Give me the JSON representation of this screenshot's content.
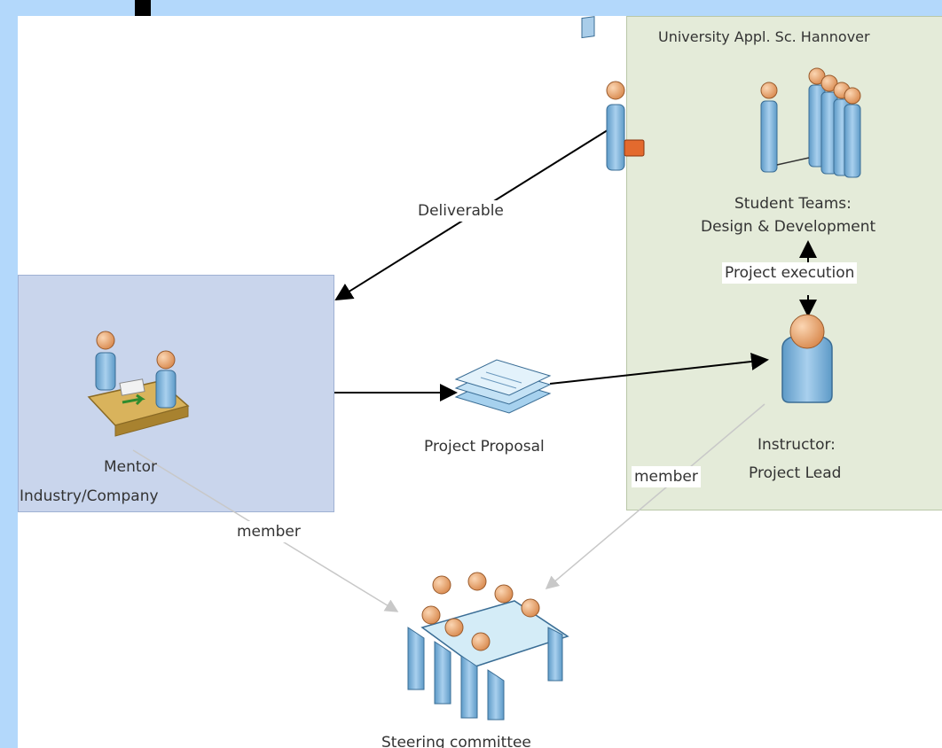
{
  "university_label": "University Appl. Sc. Hannover",
  "student_teams": {
    "line1": "Student Teams:",
    "line2": "Design & Development"
  },
  "project_execution": "Project execution",
  "deliverable": "Deliverable",
  "mentor": {
    "line1": "Mentor",
    "line2": "Industry/Company"
  },
  "project_proposal": "Project Proposal",
  "instructor": {
    "line1": "Instructor:",
    "line2": "Project Lead"
  },
  "member_left": "member",
  "member_right": "member",
  "steering_committee": "Steering committee",
  "colors": {
    "frame": "#b3d8fb",
    "university_box": "#e4ebd9",
    "mentor_box": "#c9d5ec",
    "person_body": "#7fb3d8",
    "person_head": "#f0b27e",
    "arrow": "#000000",
    "member_link": "#c8c8c8"
  },
  "icons": [
    "handover-person-icon",
    "student-team-icon",
    "instructor-icon",
    "meeting-icon",
    "documents-icon",
    "committee-icon"
  ]
}
